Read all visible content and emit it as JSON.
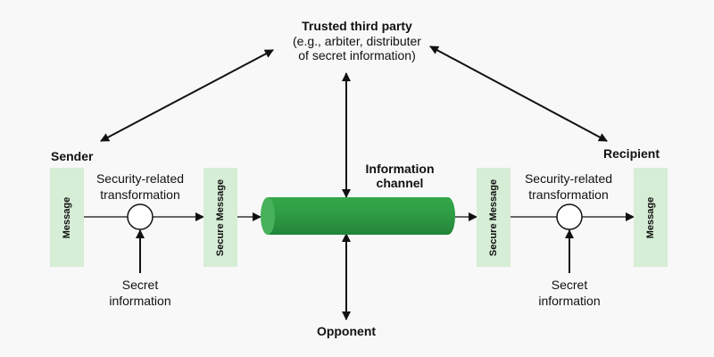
{
  "trusted_party": {
    "title": "Trusted third party",
    "line1": "(e.g., arbiter, distributer",
    "line2": "of secret information)"
  },
  "sender": {
    "title": "Sender",
    "message_box": "Message",
    "transform_line1": "Security-related",
    "transform_line2": "transformation",
    "secret_line1": "Secret",
    "secret_line2": "information",
    "secure_box": "Secure Message"
  },
  "channel": {
    "line1": "Information",
    "line2": "channel",
    "color": "#2e9a43"
  },
  "recipient": {
    "title": "Recipient",
    "secure_box": "Secure Message",
    "transform_line1": "Security-related",
    "transform_line2": "transformation",
    "secret_line1": "Secret",
    "secret_line2": "information",
    "message_box": "Message"
  },
  "opponent": {
    "title": "Opponent"
  }
}
